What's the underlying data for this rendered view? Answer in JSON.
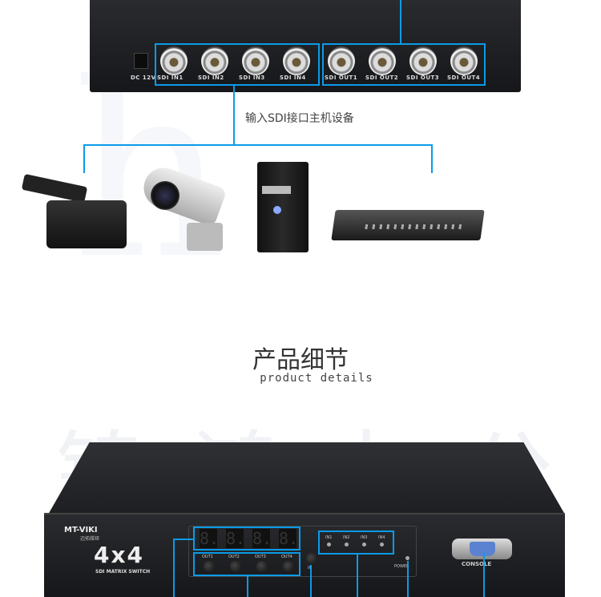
{
  "top_device": {
    "power_label": "DC 12V",
    "inputs": [
      "SDI IN1",
      "SDI IN2",
      "SDI IN3",
      "SDI IN4"
    ],
    "outputs": [
      "SDI OUT1",
      "SDI OUT2",
      "SDI OUT3",
      "SDI OUT4"
    ]
  },
  "caption": "输入SDI接口主机设备",
  "devices": [
    "camcorder",
    "security-camera",
    "desktop-pc",
    "dvr-recorder"
  ],
  "section": {
    "title": "产品细节",
    "subtitle": "product details"
  },
  "watermark": "锦鸿办公",
  "front_panel": {
    "brand": "MT-VIKI",
    "brand_cn": "迈拓维矩",
    "model": "4x4",
    "model_sub": "SDI MATRIX SWITCH",
    "segments": [
      "8.",
      "8.",
      "8.",
      "8."
    ],
    "out_buttons": [
      "OUT1",
      "OUT2",
      "OUT3",
      "OUT4"
    ],
    "ir_label": "IR",
    "in_leds": [
      "IN1",
      "IN2",
      "IN3",
      "IN4"
    ],
    "power_label": "POWER",
    "console_label": "CONSOLE"
  },
  "accent_color": "#0a9be8"
}
